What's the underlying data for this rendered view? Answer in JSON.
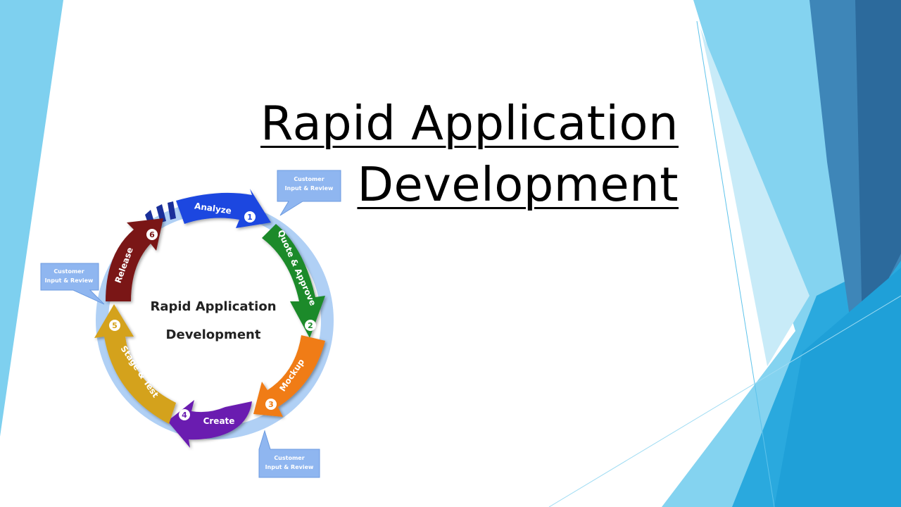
{
  "slide": {
    "title_line1": "Rapid Application",
    "title_line2": "Development"
  },
  "diagram": {
    "center_line1": "Rapid Application",
    "center_line2": "Development",
    "steps": [
      {
        "num": "1",
        "label": "Analyze",
        "color": "#1f47e0"
      },
      {
        "num": "2",
        "label": "Quote & Approve",
        "color": "#1a8a2a"
      },
      {
        "num": "3",
        "label": "Mockup",
        "color": "#f07c12"
      },
      {
        "num": "4",
        "label": "Create",
        "color": "#6b1fb0"
      },
      {
        "num": "5",
        "label": "Stage & Test",
        "color": "#d4a21a"
      },
      {
        "num": "6",
        "label": "Release",
        "color": "#7a1616"
      }
    ],
    "callouts": [
      {
        "line1": "Customer",
        "line2": "Input & Review"
      },
      {
        "line1": "Customer",
        "line2": "Input & Review"
      },
      {
        "line1": "Customer",
        "line2": "Input & Review"
      }
    ],
    "callout_color": "#8fb6f0"
  },
  "theme": {
    "accent_light": "#7fd0ef",
    "accent_mid": "#35b1e6",
    "accent_dark": "#2f6fa6"
  }
}
